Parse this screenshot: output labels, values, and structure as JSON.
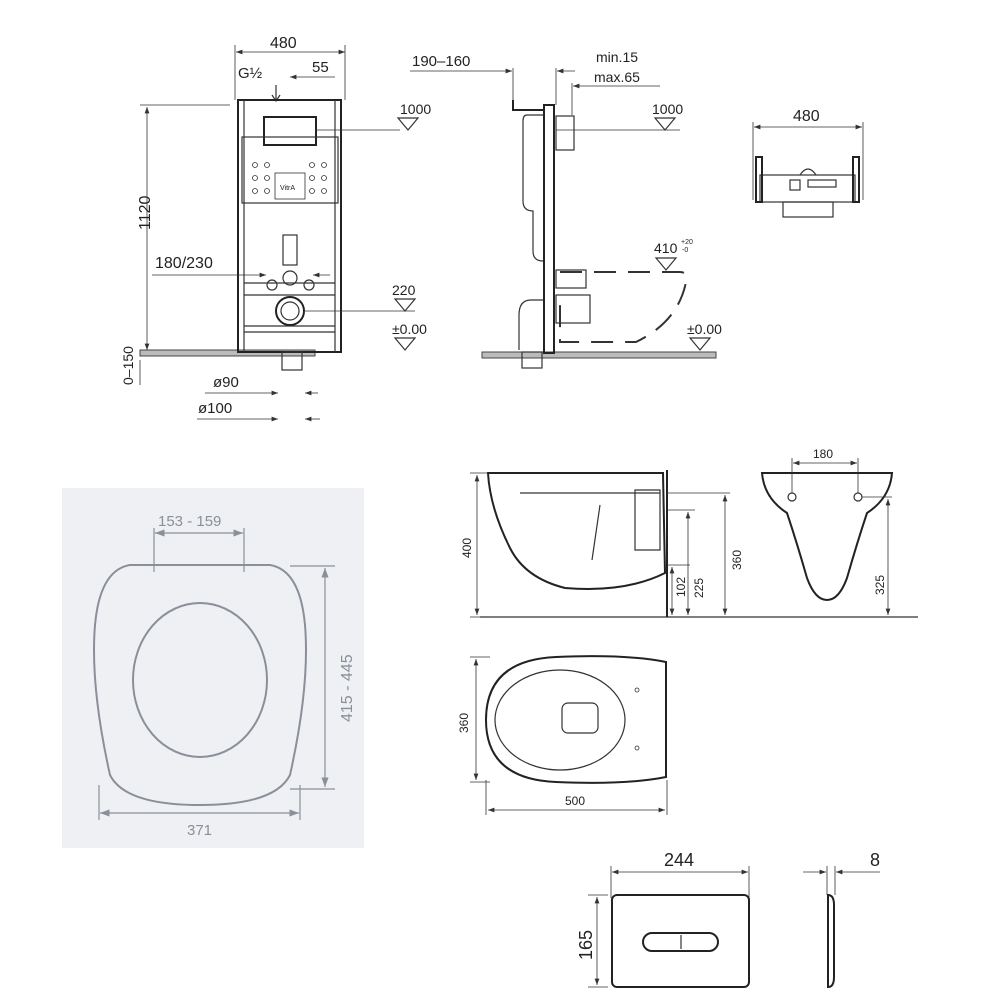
{
  "frame_front": {
    "width": "480",
    "inlet": "G½",
    "offset": "55",
    "height": "1120",
    "level_top": "1000",
    "bolt_spacing": "180/230",
    "level_drain": "220",
    "level_floor": "±0.00",
    "floor_range": "0–150",
    "pipe_small": "ø90",
    "pipe_large": "ø100",
    "brand": "VitrA"
  },
  "frame_side": {
    "depth": "190–160",
    "wall_min": "min.15",
    "wall_max": "max.65",
    "level_top": "1000",
    "seat_height": "410",
    "seat_tol_plus": "+20",
    "seat_tol_minus": "-0",
    "level_floor": "±0.00"
  },
  "frame_top": {
    "width": "480"
  },
  "seat": {
    "hinge_spacing": "153 - 159",
    "length": "415 - 445",
    "width": "371"
  },
  "bowl_side": {
    "height": "400",
    "inlet_height": "360",
    "drain_a": "102",
    "drain_b": "225"
  },
  "bowl_back": {
    "bolt_spacing": "180",
    "bolt_height": "325"
  },
  "bowl_top": {
    "width": "360",
    "length": "500"
  },
  "flush_plate": {
    "width": "244",
    "height": "165",
    "depth": "8"
  }
}
